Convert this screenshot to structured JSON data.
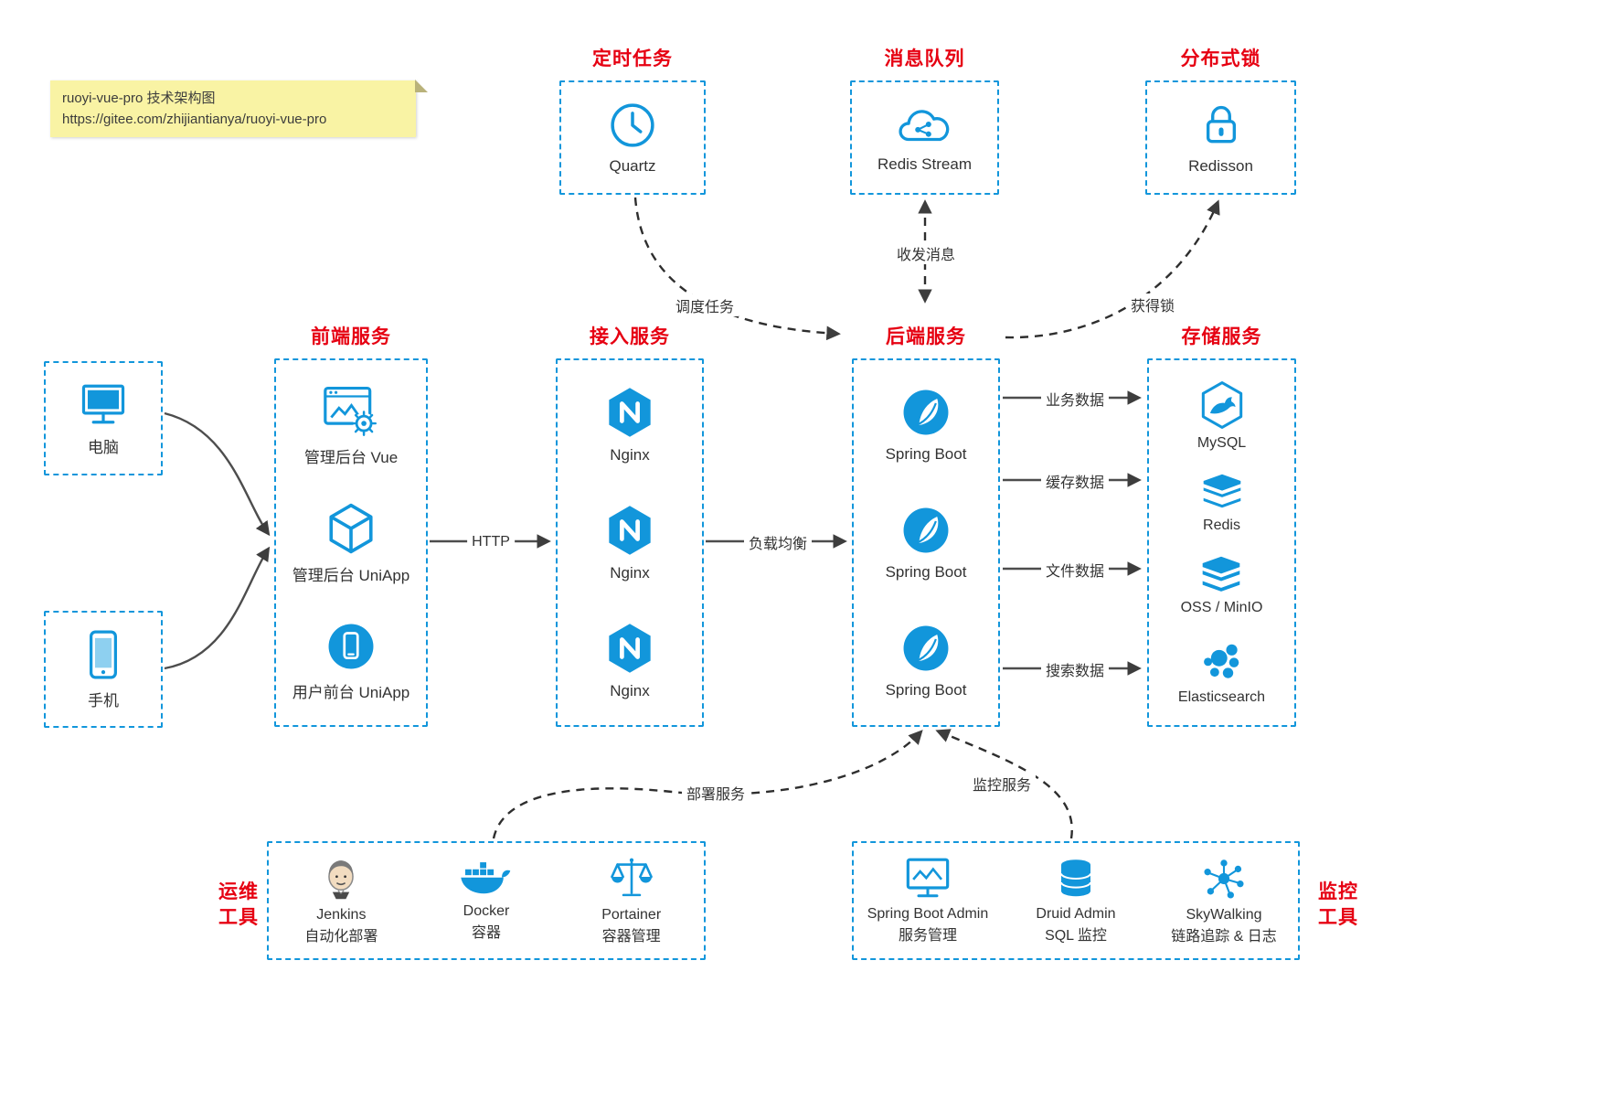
{
  "colors": {
    "accent": "#1296db",
    "title_red": "#e60012",
    "note_bg": "#f9f3a4",
    "text": "#333333"
  },
  "note": {
    "line1": "ruoyi-vue-pro 技术架构图",
    "line2": "https://gitee.com/zhijiantianya/ruoyi-vue-pro"
  },
  "top_groups": [
    {
      "title": "定时任务",
      "item": {
        "icon": "clock-icon",
        "label": "Quartz"
      }
    },
    {
      "title": "消息队列",
      "item": {
        "icon": "cloud-stream-icon",
        "label": "Redis Stream"
      }
    },
    {
      "title": "分布式锁",
      "item": {
        "icon": "lock-icon",
        "label": "Redisson"
      }
    }
  ],
  "clients": [
    {
      "icon": "desktop-icon",
      "label": "电脑"
    },
    {
      "icon": "phone-icon",
      "label": "手机"
    }
  ],
  "frontend": {
    "title": "前端服务",
    "items": [
      {
        "icon": "admin-vue-icon",
        "label": "管理后台 Vue"
      },
      {
        "icon": "uniapp-box-icon",
        "label": "管理后台 UniApp"
      },
      {
        "icon": "user-uniapp-icon",
        "label": "用户前台 UniApp"
      }
    ]
  },
  "gateway": {
    "title": "接入服务",
    "items": [
      {
        "icon": "nginx-icon",
        "label": "Nginx"
      },
      {
        "icon": "nginx-icon",
        "label": "Nginx"
      },
      {
        "icon": "nginx-icon",
        "label": "Nginx"
      }
    ]
  },
  "backend": {
    "title": "后端服务",
    "items": [
      {
        "icon": "spring-icon",
        "label": "Spring Boot"
      },
      {
        "icon": "spring-icon",
        "label": "Spring Boot"
      },
      {
        "icon": "spring-icon",
        "label": "Spring Boot"
      }
    ]
  },
  "storage": {
    "title": "存储服务",
    "items": [
      {
        "icon": "mysql-icon",
        "label": "MySQL"
      },
      {
        "icon": "redis-stack-icon",
        "label": "Redis"
      },
      {
        "icon": "oss-stack-icon",
        "label": "OSS / MinIO"
      },
      {
        "icon": "elasticsearch-icon",
        "label": "Elasticsearch"
      }
    ]
  },
  "ops": {
    "side_label_1": "运维",
    "side_label_2": "工具",
    "items": [
      {
        "icon": "jenkins-icon",
        "label": "Jenkins",
        "sub": "自动化部署"
      },
      {
        "icon": "docker-icon",
        "label": "Docker",
        "sub": "容器"
      },
      {
        "icon": "portainer-icon",
        "label": "Portainer",
        "sub": "容器管理"
      }
    ]
  },
  "monitoring": {
    "side_label_1": "监控",
    "side_label_2": "工具",
    "items": [
      {
        "icon": "spring-boot-admin-icon",
        "label": "Spring Boot Admin",
        "sub": "服务管理"
      },
      {
        "icon": "druid-icon",
        "label": "Druid Admin",
        "sub": "SQL 监控"
      },
      {
        "icon": "skywalking-icon",
        "label": "SkyWalking",
        "sub": "链路追踪 & 日志"
      }
    ]
  },
  "edges": {
    "http": "HTTP",
    "load_balance": "负载均衡",
    "business_data": "业务数据",
    "cache_data": "缓存数据",
    "file_data": "文件数据",
    "search_data": "搜索数据",
    "schedule_task": "调度任务",
    "send_receive": "收发消息",
    "acquire_lock": "获得锁",
    "deploy_service": "部署服务",
    "monitor_service": "监控服务"
  }
}
